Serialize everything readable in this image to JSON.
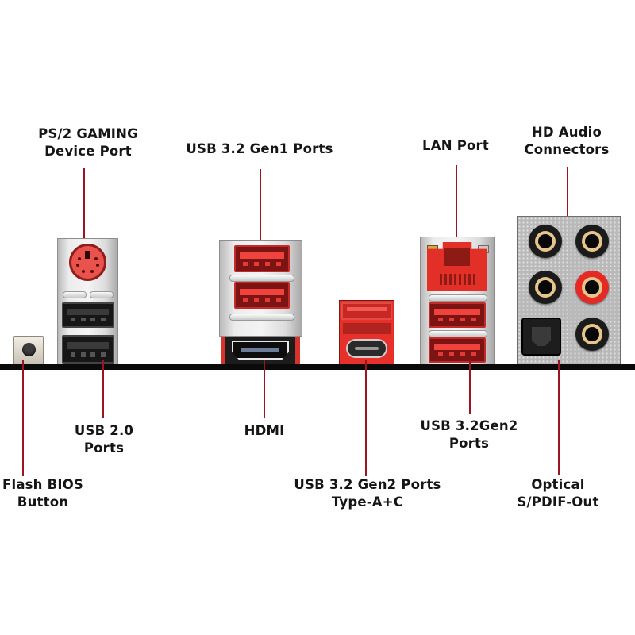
{
  "title": "Motherboard Rear I/O Panel",
  "colors": {
    "leader_line": "#9c1422",
    "port_accent": "#e8302b",
    "baseline": "#0a0a0a",
    "text": "#151515"
  },
  "callouts_top": [
    {
      "id": "ps2",
      "lines": [
        "PS/2 GAMING",
        "Device Port"
      ]
    },
    {
      "id": "usb32gen1",
      "lines": [
        "USB 3.2 Gen1 Ports"
      ]
    },
    {
      "id": "lan",
      "lines": [
        "LAN Port"
      ]
    },
    {
      "id": "hd-audio",
      "lines": [
        "HD Audio",
        "Connectors"
      ]
    }
  ],
  "callouts_bottom": [
    {
      "id": "flash-bios",
      "lines": [
        "Flash BIOS",
        "Button"
      ]
    },
    {
      "id": "usb20",
      "lines": [
        "USB 2.0",
        "Ports"
      ]
    },
    {
      "id": "hdmi",
      "lines": [
        "HDMI"
      ]
    },
    {
      "id": "usb32gen2-ac",
      "lines": [
        "USB 3.2 Gen2 Ports",
        "Type-A+C"
      ]
    },
    {
      "id": "usb32gen2",
      "lines": [
        "USB 3.2Gen2",
        "Ports"
      ]
    },
    {
      "id": "optical",
      "lines": [
        "Optical",
        "S/PDIF-Out"
      ]
    }
  ],
  "ports": {
    "flash_bios_button": "button-icon",
    "ps2": "ps2-port-icon",
    "usb20_count": 2,
    "usb32gen1_count": 2,
    "hdmi": "hdmi-port-icon",
    "usb32gen2_typea_count": 1,
    "usb32gen2_typec_count": 1,
    "lan": "rj45-port-icon",
    "usb32gen2_count": 2,
    "audio_jacks": [
      "gold",
      "gold",
      "gold",
      "red",
      "gold"
    ],
    "optical": "toslink-port-icon"
  }
}
